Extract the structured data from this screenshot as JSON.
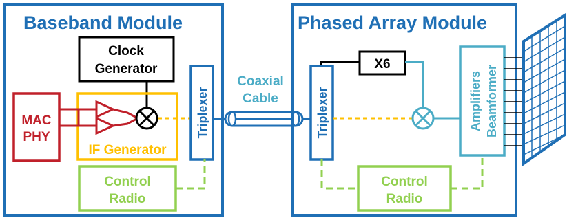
{
  "baseband": {
    "title": "Baseband Module",
    "clock_line1": "Clock",
    "clock_line2": "Generator",
    "mac_line1": "MAC",
    "mac_line2": "PHY",
    "if_label": "IF Generator",
    "triplexer": "Triplexer",
    "control_line1": "Control",
    "control_line2": "Radio"
  },
  "cable": {
    "line1": "Coaxial",
    "line2": "Cable"
  },
  "phased": {
    "title": "Phased Array Module",
    "x6": "X6",
    "triplexer": "Triplexer",
    "amp_line1": "Amplifiers",
    "amp_line2": "Beamformer",
    "control_line1": "Control",
    "control_line2": "Radio"
  },
  "colors": {
    "blue": "#1f6fb5",
    "lightblue": "#4bacc6",
    "red": "#c0202a",
    "yellow": "#ffc000",
    "green": "#92d050",
    "black": "#000000"
  }
}
